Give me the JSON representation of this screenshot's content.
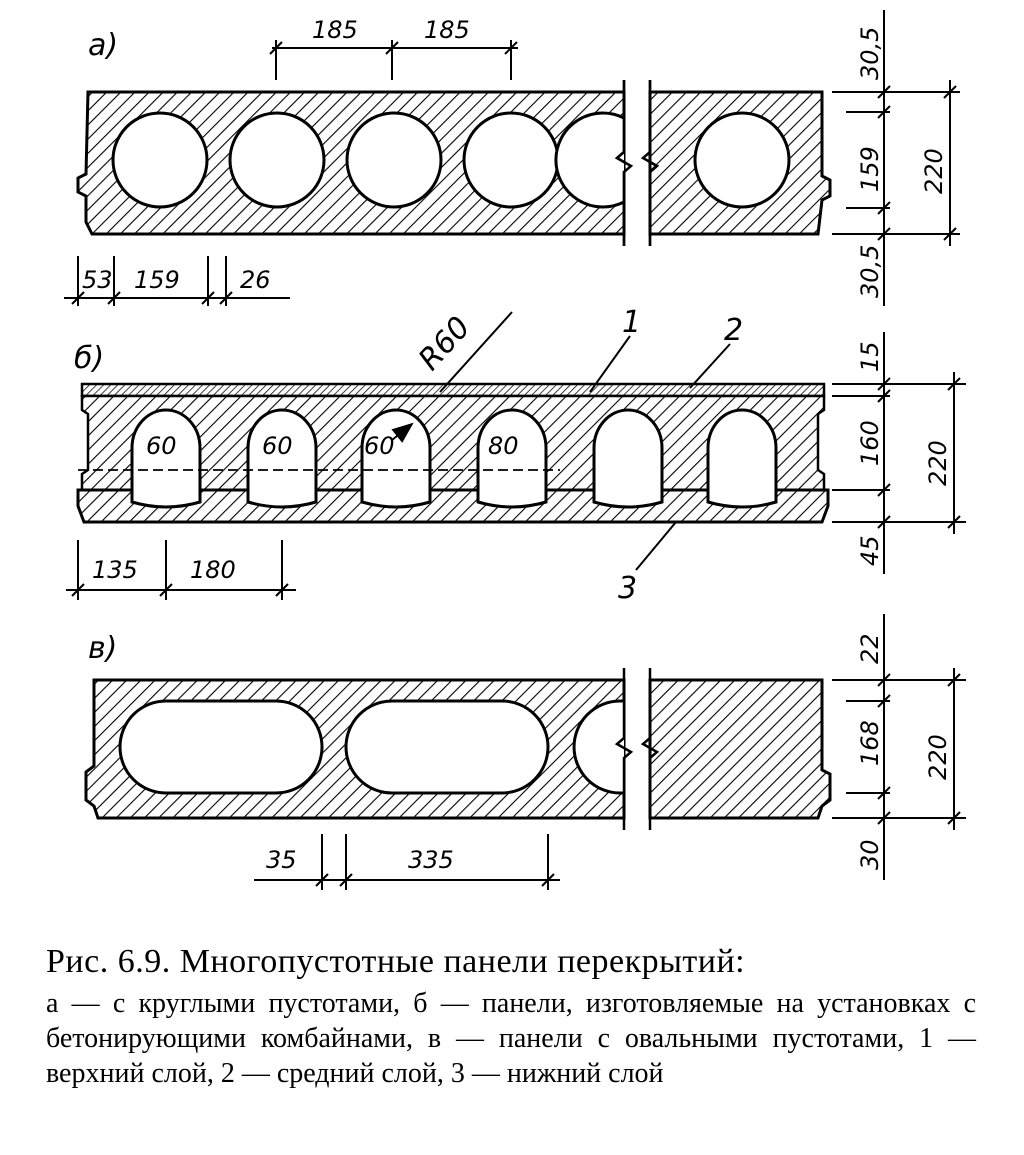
{
  "panel_a": {
    "label": "а)",
    "dims": {
      "pitch_1": "185",
      "pitch_2": "185",
      "edge": "53",
      "void": "159",
      "rib": "26",
      "top": "30,5",
      "void_h": "159",
      "bottom": "30,5",
      "height": "220"
    }
  },
  "panel_b": {
    "label": "б)",
    "dims": {
      "radius": "R60",
      "r1": "60",
      "r2": "60",
      "r3": "60",
      "r4": "80",
      "edge": "135",
      "pitch": "180",
      "top": "15",
      "mid": "160",
      "bottom": "45",
      "height": "220"
    },
    "callouts": {
      "c1": "1",
      "c2": "2",
      "c3": "3"
    }
  },
  "panel_v": {
    "label": "в)",
    "dims": {
      "rib": "35",
      "void_w": "335",
      "top": "22",
      "void_h": "168",
      "bottom": "30",
      "height": "220"
    }
  },
  "caption": {
    "title": "Рис. 6.9. Многопустотные панели перекрытий:",
    "body": "а — с круглыми пустотами, б — панели, изготовляемые на установках с бетонирующими комбайнами, в — панели с овальными пустотами, 1 — верхний слой, 2 — средний слой, 3 — нижний слой"
  },
  "colors": {
    "ink": "#000000",
    "paper": "#ffffff"
  }
}
